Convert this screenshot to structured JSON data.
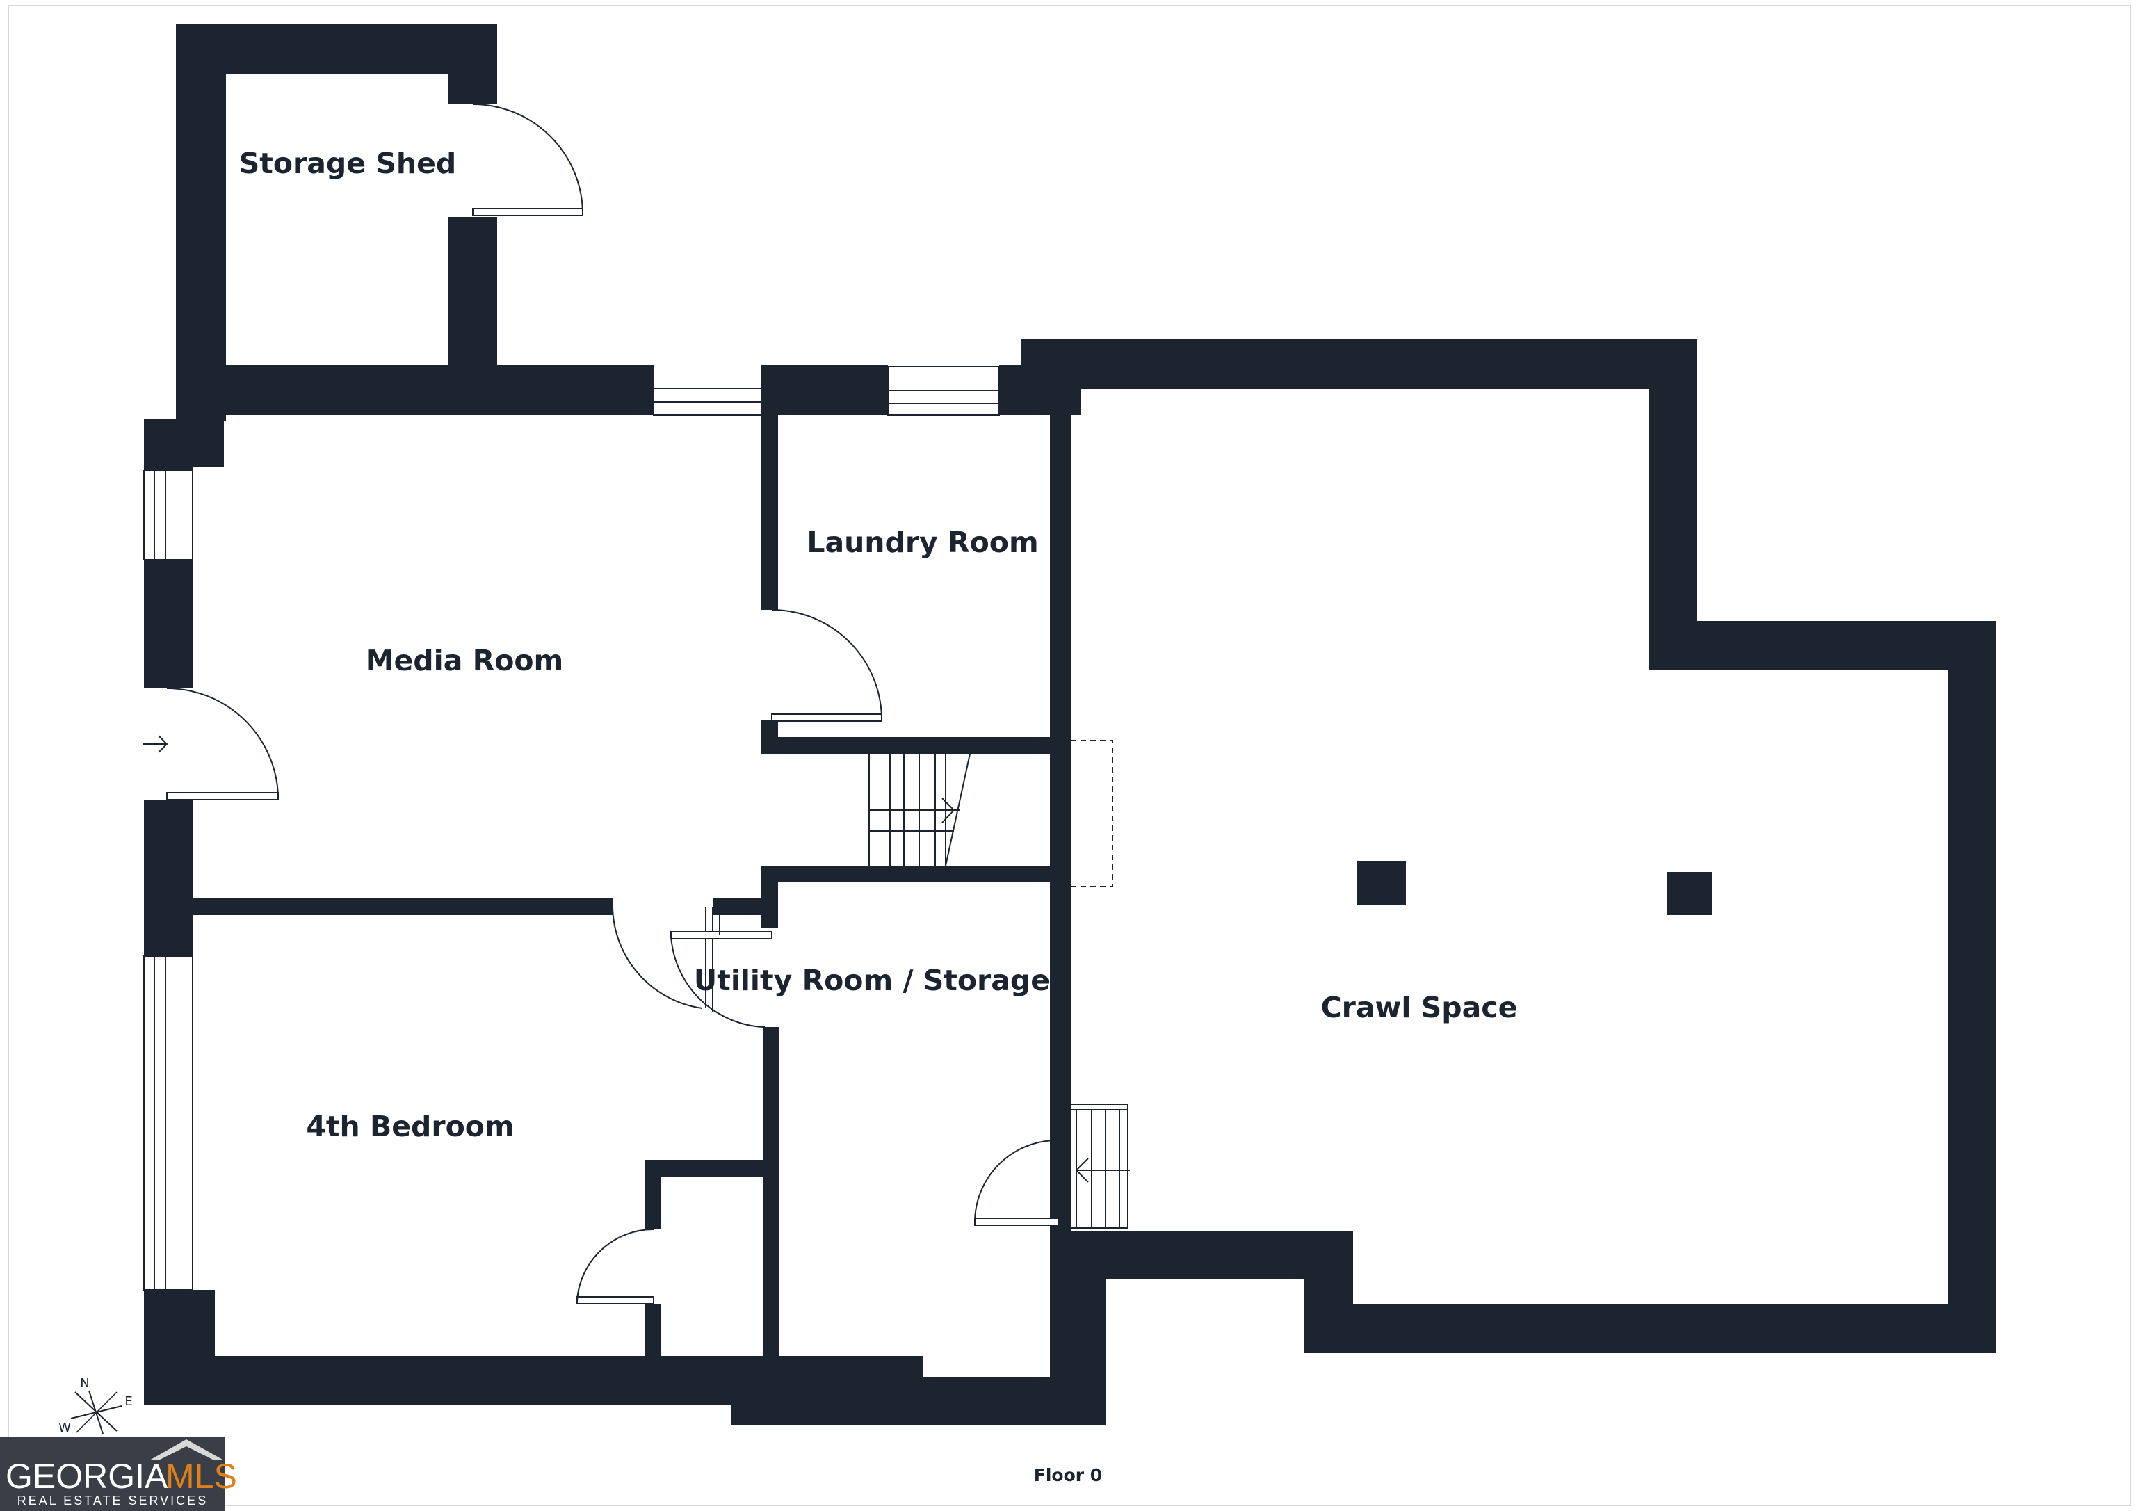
{
  "plan": {
    "rooms": [
      {
        "id": "storage-shed",
        "label": "Storage Shed"
      },
      {
        "id": "media-room",
        "label": "Media Room"
      },
      {
        "id": "laundry-room",
        "label": "Laundry Room"
      },
      {
        "id": "utility-room",
        "label": "Utility Room / Storage"
      },
      {
        "id": "bedroom-4",
        "label": "4th Bedroom"
      },
      {
        "id": "crawl-space",
        "label": "Crawl Space"
      }
    ],
    "floor_label": "Floor 0",
    "compass": {
      "n": "N",
      "e": "E",
      "w": "W"
    },
    "logo": {
      "brand_main": "GEORGIA",
      "brand_accent": "MLS",
      "tagline": "REAL ESTATE SERVICES"
    },
    "colors": {
      "wall": "#1c2430",
      "logo_bg": "#3a3f47",
      "logo_accent": "#e0801a"
    }
  }
}
